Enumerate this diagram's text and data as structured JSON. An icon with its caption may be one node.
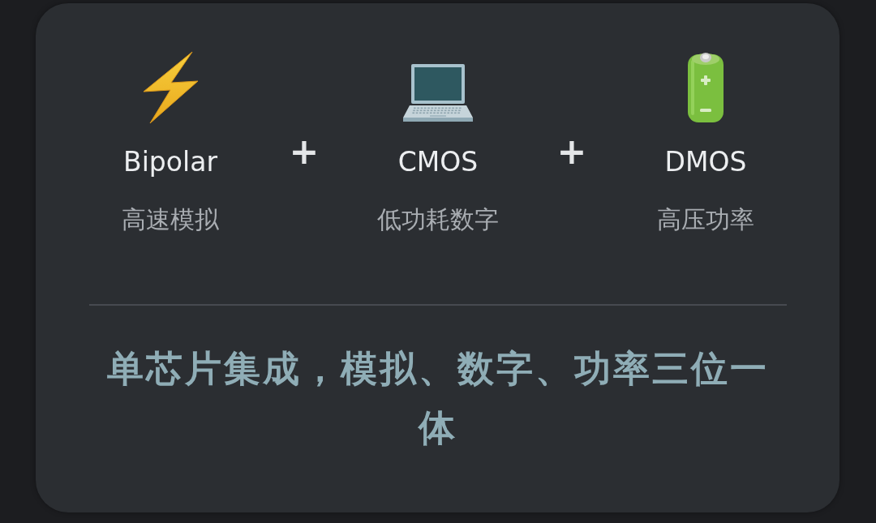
{
  "diagram": {
    "labels": [
      "Bipolar",
      "+",
      "CMOS",
      "+",
      "DMOS",
      "高速模拟",
      "低功耗数字",
      "高压功率",
      "单芯片集成，模拟、数字、功率三位一体"
    ]
  }
}
